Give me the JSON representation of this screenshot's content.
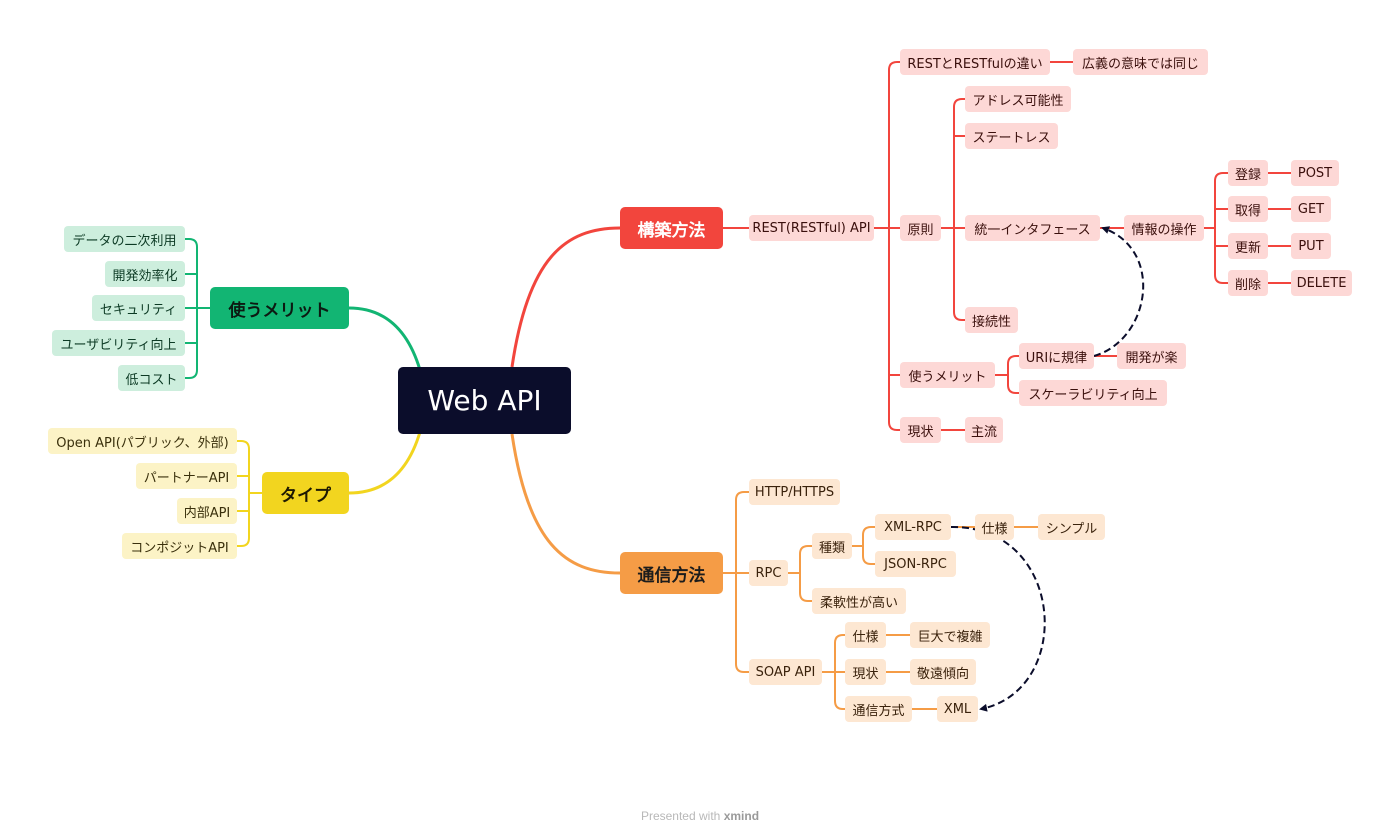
{
  "mindmap": {
    "central": "Web API",
    "main": {
      "build": "構築方法",
      "comm": "通信方法",
      "merit": "使うメリット",
      "type": "タイプ"
    },
    "build": {
      "rest": "REST(RESTful) API",
      "diff": "RESTとRESTfulの違い",
      "diff_answer": "広義の意味では同じ",
      "principle": "原則",
      "addressability": "アドレス可能性",
      "stateless": "ステートレス",
      "uniform": "統一インタフェース",
      "connectivity": "接続性",
      "info_ops": "情報の操作",
      "op_create": "登録",
      "op_get": "取得",
      "op_update": "更新",
      "op_delete": "削除",
      "method_post": "POST",
      "method_get": "GET",
      "method_put": "PUT",
      "method_delete": "DELETE",
      "merit": "使うメリット",
      "uri_rule": "URIに規律",
      "dev_easy": "開発が楽",
      "scalability": "スケーラビリティ向上",
      "status": "現状",
      "mainstream": "主流"
    },
    "comm": {
      "http": "HTTP/HTTPS",
      "rpc": "RPC",
      "kinds": "種類",
      "xmlrpc": "XML-RPC",
      "jsonrpc": "JSON-RPC",
      "spec": "仕様",
      "simple": "シンプル",
      "flexible": "柔軟性が高い",
      "soap": "SOAP API",
      "soap_spec": "仕様",
      "huge": "巨大で複雑",
      "soap_status": "現状",
      "avoid": "敬遠傾向",
      "method": "通信方式",
      "xml": "XML"
    },
    "merit": {
      "items": [
        "データの二次利用",
        "開発効率化",
        "セキュリティ",
        "ユーザビリティ向上",
        "低コスト"
      ]
    },
    "type": {
      "items": [
        "Open API(パブリック、外部)",
        "パートナーAPI",
        "内部API",
        "コンポジットAPI"
      ]
    }
  },
  "colors": {
    "red": "#f2453d",
    "orange": "#f59c46",
    "green": "#12b573",
    "yellow": "#f2d51f",
    "central": "#0b0d2b",
    "dashed": "#0b0d2b"
  },
  "footer": {
    "prefix": "Presented with",
    "brand": "xmind"
  }
}
